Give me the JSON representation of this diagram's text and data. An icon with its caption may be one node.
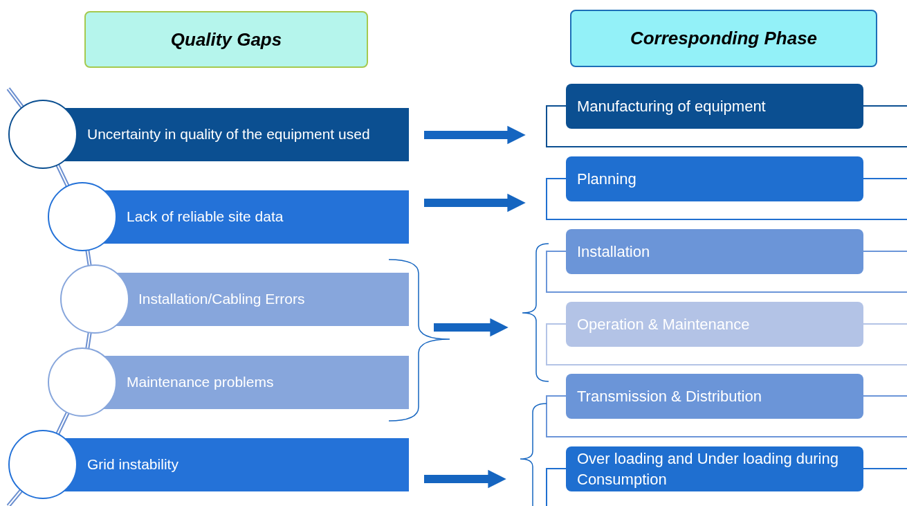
{
  "diagram": {
    "nodes": [
      {
        "text": [
          "Quality Gaps"
        ]
      },
      {
        "text": [
          "Corresponding Phase"
        ]
      },
      {
        "text": [
          "Uncertainty in quality of the equipment used"
        ]
      },
      {
        "text": [
          "Lack of reliable site data"
        ]
      },
      {
        "text": [
          "Installation/Cabling Errors"
        ]
      },
      {
        "text": [
          "Maintenance problems"
        ]
      },
      {
        "text": [
          "Grid instability"
        ]
      },
      {
        "text": [
          "Manufacturing of equipment"
        ]
      },
      {
        "text": [
          "Planning"
        ]
      },
      {
        "text": [
          "Installation"
        ]
      },
      {
        "text": [
          "Operation & Maintenance"
        ]
      },
      {
        "text": [
          "Transmission & Distribution"
        ]
      },
      {
        "text": [
          "Over loading and Under loading during Consumption"
        ]
      },
      {
        "text": [],
        "shape": "brace"
      },
      {
        "text": [],
        "shape": "brace"
      },
      {
        "text": [],
        "shape": "brace"
      },
      {
        "text": [],
        "shape": "circle",
        "in": 2
      },
      {
        "text": [],
        "shape": "circle",
        "in": 3
      },
      {
        "text": [],
        "shape": "circle",
        "in": 4
      },
      {
        "text": [],
        "shape": "circle",
        "in": 5
      },
      {
        "text": [],
        "shape": "circle",
        "in": 6
      }
    ],
    "edges": [
      {
        "from": 2,
        "to": 7,
        "arrow": "to"
      },
      {
        "from": 3,
        "to": 8,
        "arrow": "to"
      },
      {
        "from": 13,
        "to": 14,
        "arrow": "to"
      },
      {
        "from": 6,
        "to": 15,
        "arrow": "to"
      }
    ]
  }
}
